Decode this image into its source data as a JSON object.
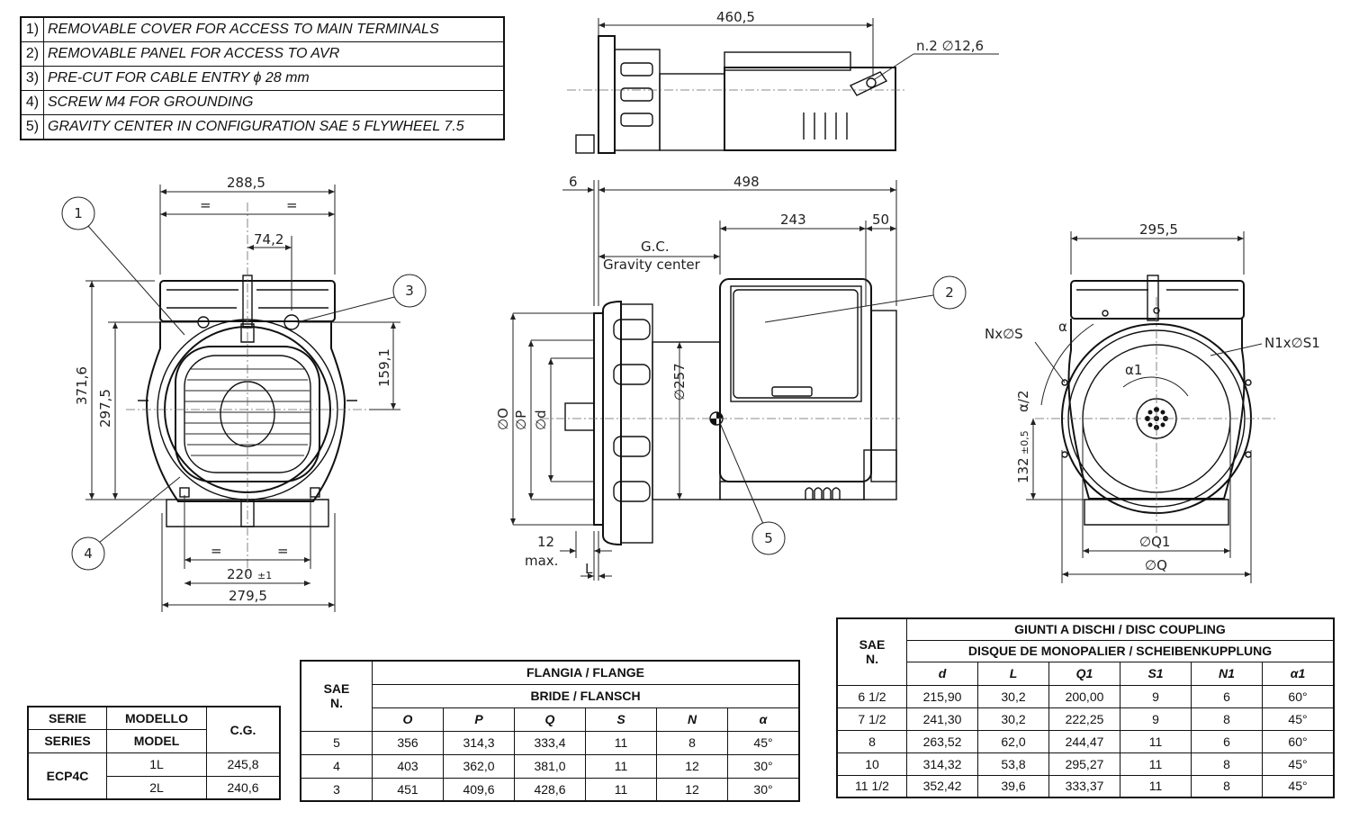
{
  "notes": [
    {
      "num": "1)",
      "text": "REMOVABLE COVER FOR ACCESS TO MAIN TERMINALS"
    },
    {
      "num": "2)",
      "text": "REMOVABLE PANEL FOR ACCESS TO AVR"
    },
    {
      "num": "3)",
      "text": "PRE-CUT FOR CABLE ENTRY ϕ 28 mm"
    },
    {
      "num": "4)",
      "text": "SCREW M4 FOR GROUNDING"
    },
    {
      "num": "5)",
      "text": "GRAVITY CENTER IN CONFIGURATION SAE 5 FLYWHEEL 7.5"
    }
  ],
  "dims": {
    "top_460": "460,5",
    "holes": "n.2 ∅12,6",
    "front_288": "288,5",
    "eq": "=",
    "front_742": "74,2",
    "front_3716": "371,6",
    "front_2975": "297,5",
    "front_1591": "159,1",
    "front_220": "220",
    "front_220_tol": "±1",
    "front_2795": "279,5",
    "side_6": "6",
    "side_498": "498",
    "side_243": "243",
    "side_50": "50",
    "gc": "G.C.",
    "gc_text": "Gravity center",
    "side_257": "∅257",
    "side_O": "∅O",
    "side_P": "∅P",
    "side_d": "∅d",
    "side_12": "12",
    "side_max": "max.",
    "side_L": "L",
    "rear_2955": "295,5",
    "rear_NxS": "Nx∅S",
    "rear_N1xS1": "N1x∅S1",
    "rear_alpha": "α",
    "rear_alpha2": "α/2",
    "rear_alpha1": "α1",
    "rear_132": "132",
    "rear_132_tol": "±0,5",
    "rear_Q1": "∅Q1",
    "rear_Q": "∅Q"
  },
  "callouts": [
    "1",
    "2",
    "3",
    "4",
    "5"
  ],
  "cg_table": {
    "h_serie": "SERIE",
    "h_series": "SERIES",
    "h_modello": "MODELLO",
    "h_model": "MODEL",
    "h_cg": "C.G.",
    "serie": "ECP4C",
    "rows": [
      {
        "model": "1L",
        "cg": "245,8"
      },
      {
        "model": "2L",
        "cg": "240,6"
      }
    ]
  },
  "flange_table": {
    "h_sae": "SAE",
    "h_n": "N.",
    "h_title1": "FLANGIA / FLANGE",
    "h_title2": "BRIDE / FLANSCH",
    "cols": [
      "O",
      "P",
      "Q",
      "S",
      "N",
      "α"
    ],
    "rows": [
      [
        "5",
        "356",
        "314,3",
        "333,4",
        "11",
        "8",
        "45°"
      ],
      [
        "4",
        "403",
        "362,0",
        "381,0",
        "11",
        "12",
        "30°"
      ],
      [
        "3",
        "451",
        "409,6",
        "428,6",
        "11",
        "12",
        "30°"
      ]
    ]
  },
  "disc_table": {
    "h_sae": "SAE",
    "h_n": "N.",
    "h_title1": "GIUNTI A DISCHI / DISC COUPLING",
    "h_title2": "DISQUE DE MONOPALIER / SCHEIBENKUPPLUNG",
    "cols": [
      "d",
      "L",
      "Q1",
      "S1",
      "N1",
      "α1"
    ],
    "rows": [
      [
        "6 1/2",
        "215,90",
        "30,2",
        "200,00",
        "9",
        "6",
        "60°"
      ],
      [
        "7 1/2",
        "241,30",
        "30,2",
        "222,25",
        "9",
        "8",
        "45°"
      ],
      [
        "8",
        "263,52",
        "62,0",
        "244,47",
        "11",
        "6",
        "60°"
      ],
      [
        "10",
        "314,32",
        "53,8",
        "295,27",
        "11",
        "8",
        "45°"
      ],
      [
        "11 1/2",
        "352,42",
        "39,6",
        "333,37",
        "11",
        "8",
        "45°"
      ]
    ]
  }
}
